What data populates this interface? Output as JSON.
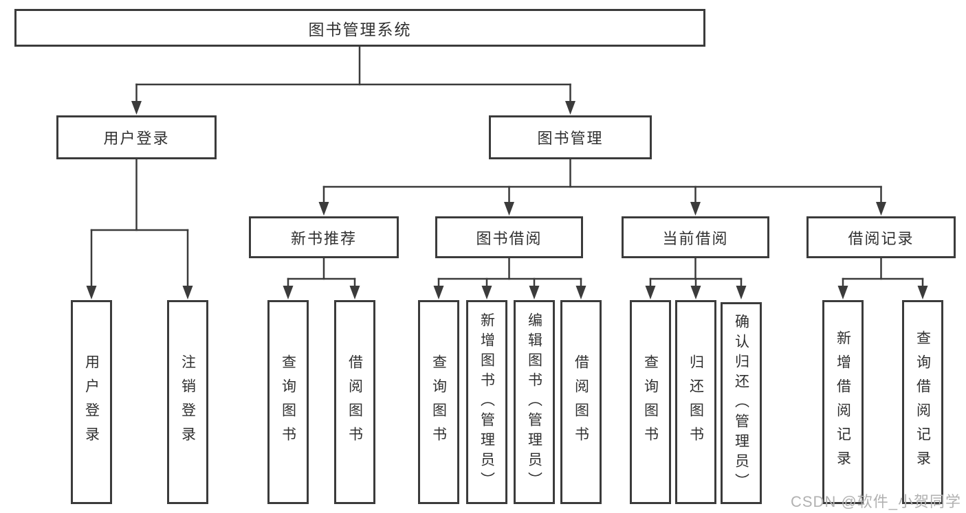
{
  "colors": {
    "ink": "#3b3b3b",
    "text": "#303030",
    "watermark": "#b1b1b1",
    "background": "#ffffff"
  },
  "watermark": "CSDN @软件_小贺同学",
  "tree": {
    "root": {
      "label": "图书管理系统"
    },
    "branches": [
      {
        "label": "用户登录",
        "children": [
          {
            "label": "用户登录"
          },
          {
            "label": "注销登录"
          }
        ]
      },
      {
        "label": "图书管理",
        "children": [
          {
            "label": "新书推荐",
            "children": [
              {
                "label": "查询图书"
              },
              {
                "label": "借阅图书"
              }
            ]
          },
          {
            "label": "图书借阅",
            "children": [
              {
                "label": "查询图书"
              },
              {
                "label": "新增图书（管理员）"
              },
              {
                "label": "编辑图书（管理员）"
              },
              {
                "label": "借阅图书"
              }
            ]
          },
          {
            "label": "当前借阅",
            "children": [
              {
                "label": "查询图书"
              },
              {
                "label": "归还图书"
              },
              {
                "label": "确认归还（管理员）"
              }
            ]
          },
          {
            "label": "借阅记录",
            "children": [
              {
                "label": "新增借阅记录"
              },
              {
                "label": "查询借阅记录"
              }
            ]
          }
        ]
      }
    ]
  }
}
